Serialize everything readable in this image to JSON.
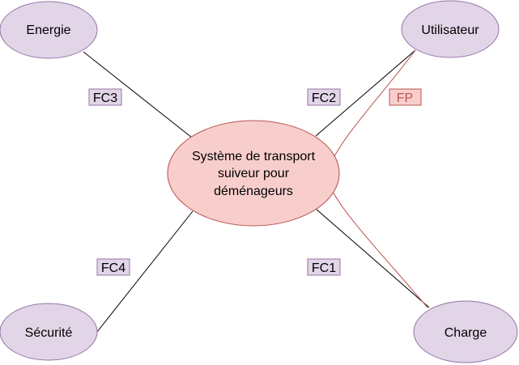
{
  "colors": {
    "actor_fill": "#e1d5e7",
    "actor_stroke": "#9673a6",
    "system_fill": "#f8cecc",
    "system_stroke": "#b85450",
    "edge": "#000000",
    "fp_edge": "#b85450",
    "fp_text": "#b85450",
    "label_text": "#000000"
  },
  "nodes": {
    "system": {
      "lines": [
        "Système de transport",
        "suiveur pour",
        "déménageurs"
      ]
    },
    "energie": {
      "label": "Energie"
    },
    "utilisateur": {
      "label": "Utilisateur"
    },
    "securite": {
      "label": "Sécurité"
    },
    "charge": {
      "label": "Charge"
    }
  },
  "edges": {
    "fc1": {
      "label": "FC1"
    },
    "fc2": {
      "label": "FC2"
    },
    "fc3": {
      "label": "FC3"
    },
    "fc4": {
      "label": "FC4"
    },
    "fp": {
      "label": "FP"
    }
  }
}
